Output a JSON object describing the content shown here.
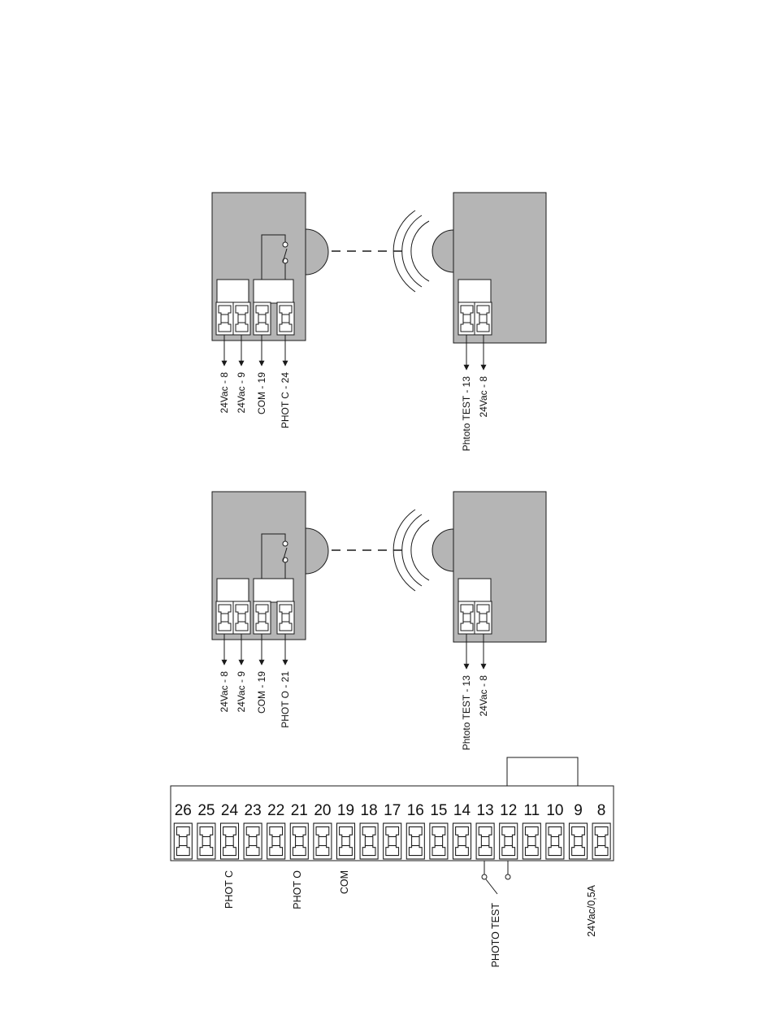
{
  "colors": {
    "device_fill": "#b5b5b5",
    "line": "#1a1a1a",
    "terminal_fill": "#ffffff"
  },
  "photocell_closing": {
    "transmitter_labels": [
      "24Vac -  8",
      "24Vac -  9",
      "COM - 19",
      "PHOT  C - 24"
    ],
    "receiver_labels": [
      "Phtoto TEST - 13",
      "24Vac -  8"
    ]
  },
  "photocell_opening": {
    "transmitter_labels": [
      "24Vac -  8",
      "24Vac -  9",
      "COM - 19",
      "PHOT O - 21"
    ],
    "receiver_labels": [
      "Phtoto TEST - 13",
      "24Vac -  8"
    ]
  },
  "board": {
    "terminal_numbers": [
      "26",
      "25",
      "24",
      "23",
      "22",
      "21",
      "20",
      "19",
      "18",
      "17",
      "16",
      "15",
      "14",
      "13",
      "12",
      "11",
      "10",
      "9",
      "8"
    ],
    "labels": {
      "phot_c": "PHOT C",
      "phot_o": "PHOT O",
      "com": "COM",
      "photo_test": "PHOTO TEST",
      "power": "24Vac/0,5A"
    }
  }
}
